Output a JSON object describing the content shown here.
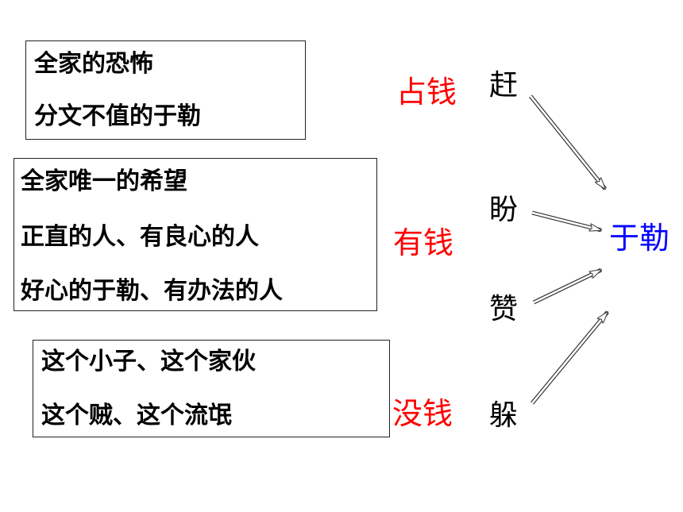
{
  "boxes": {
    "top": {
      "lines": [
        "全家的恐怖",
        "分文不值的于勒"
      ]
    },
    "middle": {
      "lines": [
        "全家唯一的希望",
        "正直的人、有良心的人",
        "好心的于勒、有办法的人"
      ]
    },
    "bottom": {
      "lines": [
        "这个小子、这个家伙",
        "这个贼、这个流氓"
      ]
    }
  },
  "tags": {
    "zhan": "占钱",
    "you": "有钱",
    "mei": "没钱"
  },
  "verbs": {
    "gan": "赶",
    "pan": "盼",
    "zan": "赞",
    "duo": "躲"
  },
  "target": {
    "label": "于勒",
    "color": "#0000ff"
  },
  "colors": {
    "tag": "#ff0000",
    "text": "#000000"
  }
}
